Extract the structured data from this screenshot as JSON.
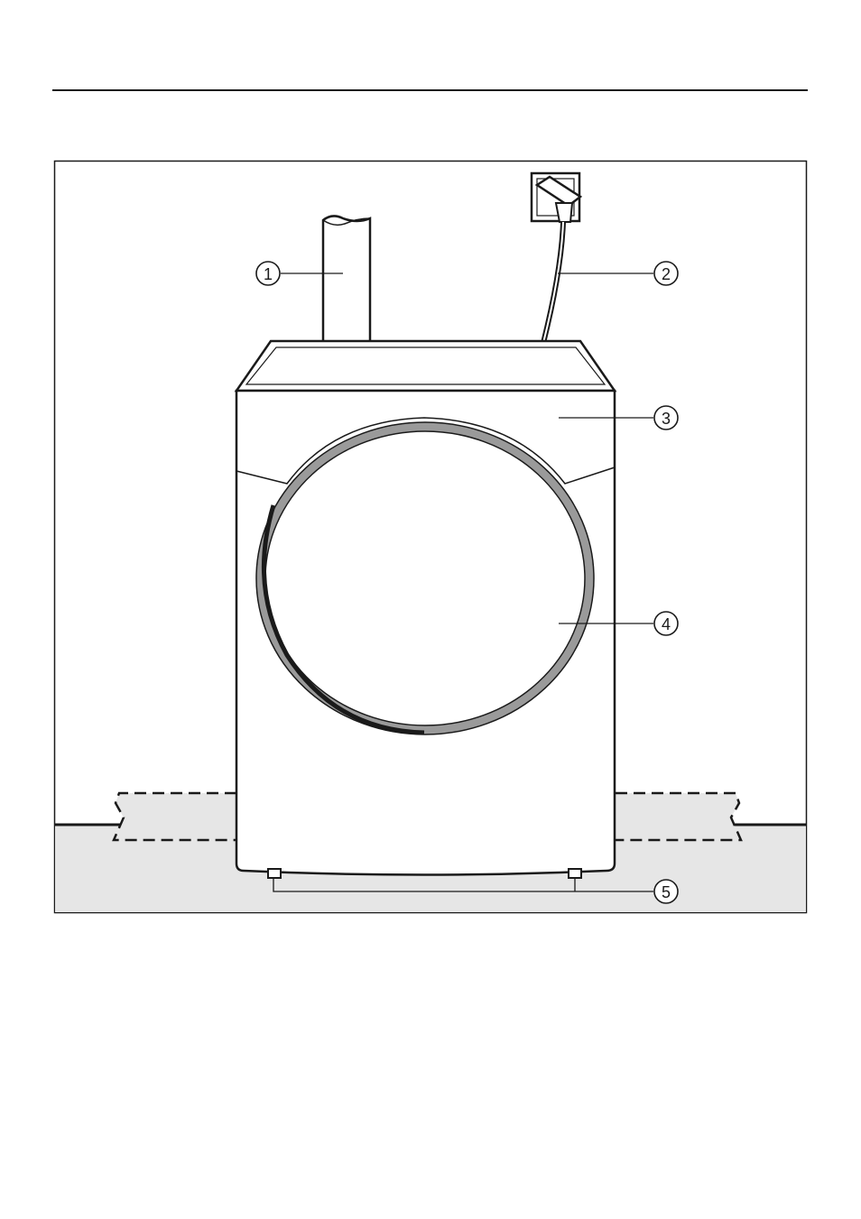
{
  "figure": {
    "callouts": [
      {
        "number": "1",
        "target": "water-pipe"
      },
      {
        "number": "2",
        "target": "power-cable"
      },
      {
        "number": "3",
        "target": "appliance-housing"
      },
      {
        "number": "4",
        "target": "porthole-door"
      },
      {
        "number": "5",
        "target": "adjustable-feet"
      }
    ]
  },
  "colors": {
    "line": "#1a1a1a",
    "floor": "#e6e6e6",
    "door_ring": "#9a9a9a",
    "background": "#ffffff"
  }
}
